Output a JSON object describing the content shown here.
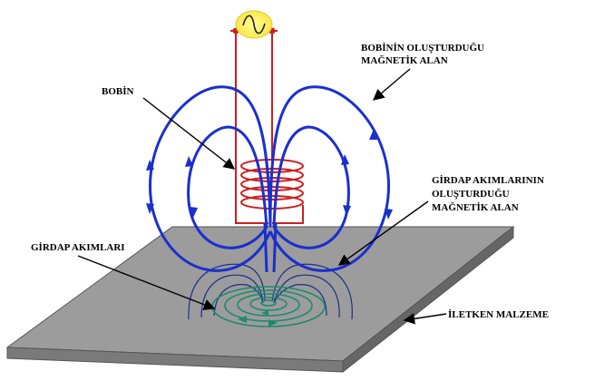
{
  "labels": {
    "coil_field_line1": "BOBİNİN OLUŞTURDUĞU",
    "coil_field_line2": "MAĞNETİK ALAN",
    "coil": "BOBİN",
    "eddy_field_line1": "GİRDAP AKIMLARININ",
    "eddy_field_line2": "OLUŞTURDUĞU",
    "eddy_field_line3": "MAĞNETİK ALAN",
    "eddy_currents": "GİRDAP AKIMLARI",
    "conductor": "İLETKEN MALZEME"
  },
  "colors": {
    "coil": "#cc1f1f",
    "coil_field": "#1a2fcf",
    "eddy_field": "#1e2e8a",
    "eddy_currents": "#1f8a6a",
    "plate_top": "#9a9a9a",
    "plate_side": "#6f6f6f",
    "ac_source": "#ffee44"
  },
  "icons": {
    "ac_source": "ac-source-icon"
  }
}
